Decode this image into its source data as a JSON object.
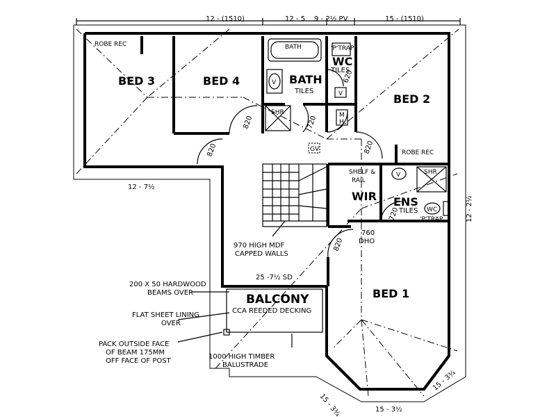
{
  "dimensions": {
    "top_left": "12 - (1510)",
    "top_mid": "12 - 5",
    "top_pv": "9 - 2½  PV",
    "top_right": "15 - (1510)",
    "left_bottom": "12 - 7½",
    "right_side": "12 - 2½",
    "balcony_width": "25 -7½ SD",
    "bay_left": "15 - 3¾",
    "bay_bottom": "15 - 3½",
    "bay_right": "15 - 3¾"
  },
  "rooms": {
    "bed3": "BED 3",
    "bed4": "BED 4",
    "bed2": "BED 2",
    "bed1": "BED 1",
    "bath": "BATH",
    "bath_tiles": "TILES",
    "wc": "WC",
    "wc_tiles": "TILES",
    "wir": "WIR",
    "ens": "ENS",
    "ens_tiles": "TILES",
    "balcony": "BALCONY",
    "balcony_decking": "CCA REEDED DECKING"
  },
  "fixtures": {
    "robe_rec_bed3": "ROBE REC",
    "robe_rec_bed2": "ROBE REC",
    "bath_tub": "BATH",
    "ptrap_top": "'P'TRAP",
    "ptrap_ens": "'P'TRAP",
    "shr_bath": "SHR",
    "shr_ens": "SHR",
    "v_basin": "V",
    "v_small": "V",
    "v_ens": "V",
    "mh": "M\nH",
    "gv": "GV",
    "wc_ens": "WC",
    "shelf_rail": "SHELF &\nRAIL"
  },
  "doors": {
    "d820_bed4": "820",
    "d720_bath": "720",
    "d620_wc": "620",
    "d820_bed3": "820",
    "d820_bed2": "820",
    "d720_ens": "720",
    "d760": "760",
    "dho": "DHO",
    "d820_bed1": "820"
  },
  "notes": {
    "mdf_1": "970 HIGH MDF",
    "mdf_2": "CAPPED WALLS",
    "beams_1": "200 X 50 HARDWOOD",
    "beams_2": "BEAMS OVER",
    "flat_1": "FLAT SHEET LINING",
    "flat_2": "OVER",
    "pack_1": "PACK OUTSIDE FACE",
    "pack_2": "OF BEAM 175MM",
    "pack_3": "OFF FACE OF POST",
    "balustrade_1": "1000 HIGH TIMBER",
    "balustrade_2": "BALUSTRADE"
  }
}
